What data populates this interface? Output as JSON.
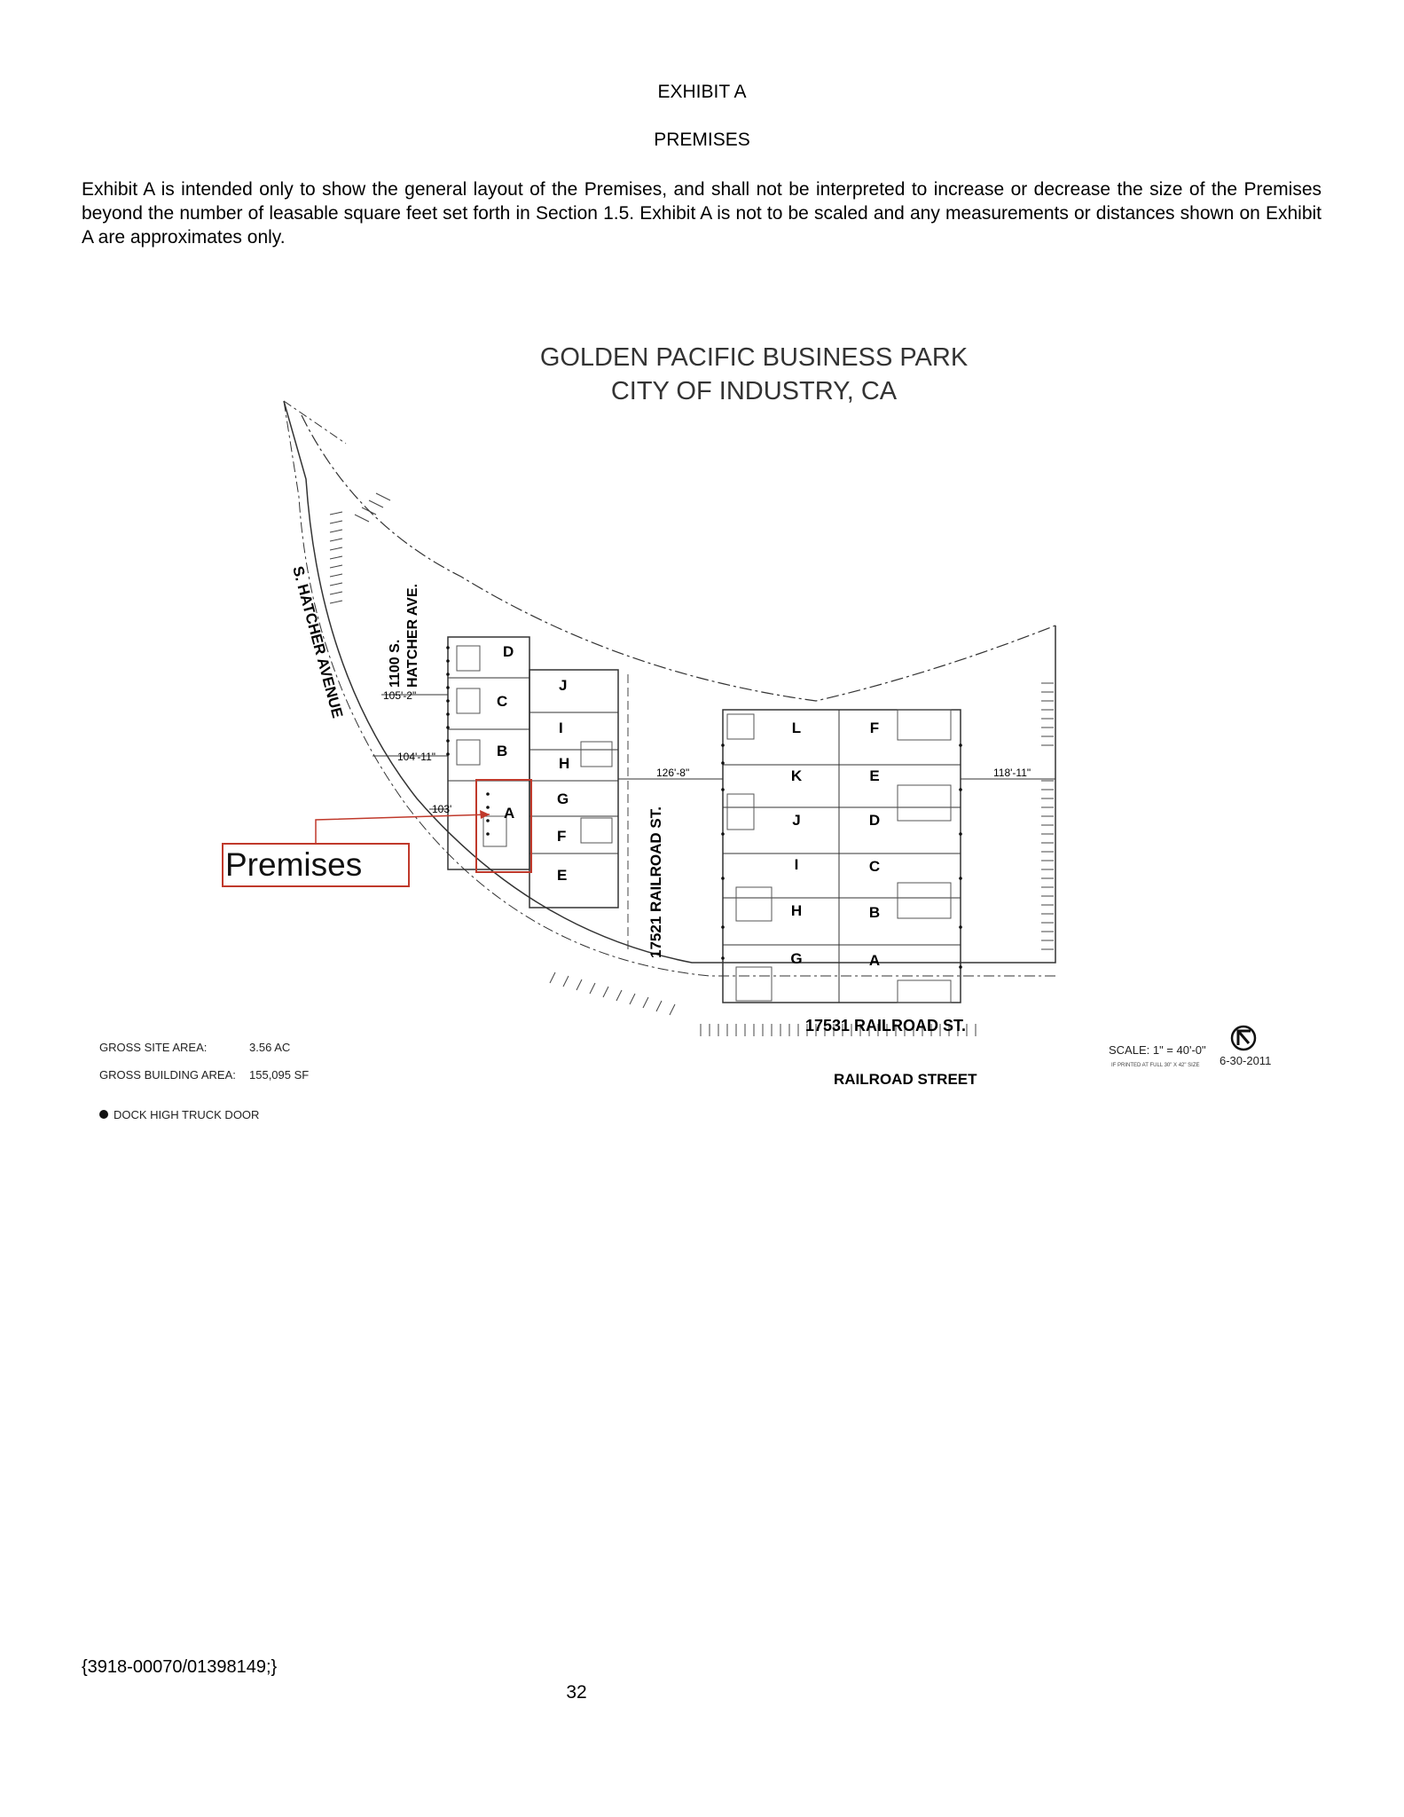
{
  "document": {
    "exhibit_title": "EXHIBIT A",
    "exhibit_subtitle": "PREMISES",
    "intro": "Exhibit A is intended only to show the general layout of the Premises, and shall not be interpreted to increase or decrease the size of the Premises beyond the number of leasable square feet set forth in Section 1.5.  Exhibit A is not to be scaled and any measurements or distances shown on Exhibit A are approximates only.",
    "doc_id": "{3918-00070/01398149;}",
    "page_number": "32"
  },
  "site_plan": {
    "title_line1": "GOLDEN PACIFIC BUSINESS PARK",
    "title_line2": "CITY OF INDUSTRY, CA",
    "street_west": "S. HATCHER AVENUE",
    "address_west_line1": "1100 S.",
    "address_west_line2": "HATCHER AVE.",
    "address_center": "17521 RAILROAD ST.",
    "address_south": "17531 RAILROAD ST.",
    "street_south": "RAILROAD STREET",
    "dim_105": "105'-2\"",
    "dim_104": "104'-11\"",
    "dim_103": "103'",
    "dim_126": "126'-8\"",
    "dim_118": "118'-11\"",
    "premises_label": "Premises",
    "west_units": [
      "D",
      "C",
      "B",
      "A"
    ],
    "middle_units": [
      "J",
      "I",
      "H",
      "G",
      "F",
      "E"
    ],
    "east_left_units": [
      "L",
      "K",
      "J",
      "I",
      "H",
      "G"
    ],
    "east_right_units": [
      "F",
      "E",
      "D",
      "C",
      "B",
      "A"
    ],
    "gross_site_area_label": "GROSS SITE AREA:",
    "gross_site_area_value": "3.56 AC",
    "gross_building_area_label": "GROSS BUILDING AREA:",
    "gross_building_area_value": "155,095 SF",
    "legend_dock": "DOCK HIGH TRUCK DOOR",
    "scale": "SCALE: 1\" = 40'-0\"",
    "scale_note": "IF PRINTED AT FULL 30\" X 42\" SIZE",
    "date": "6-30-2011",
    "accent_color": "#c0392b"
  }
}
